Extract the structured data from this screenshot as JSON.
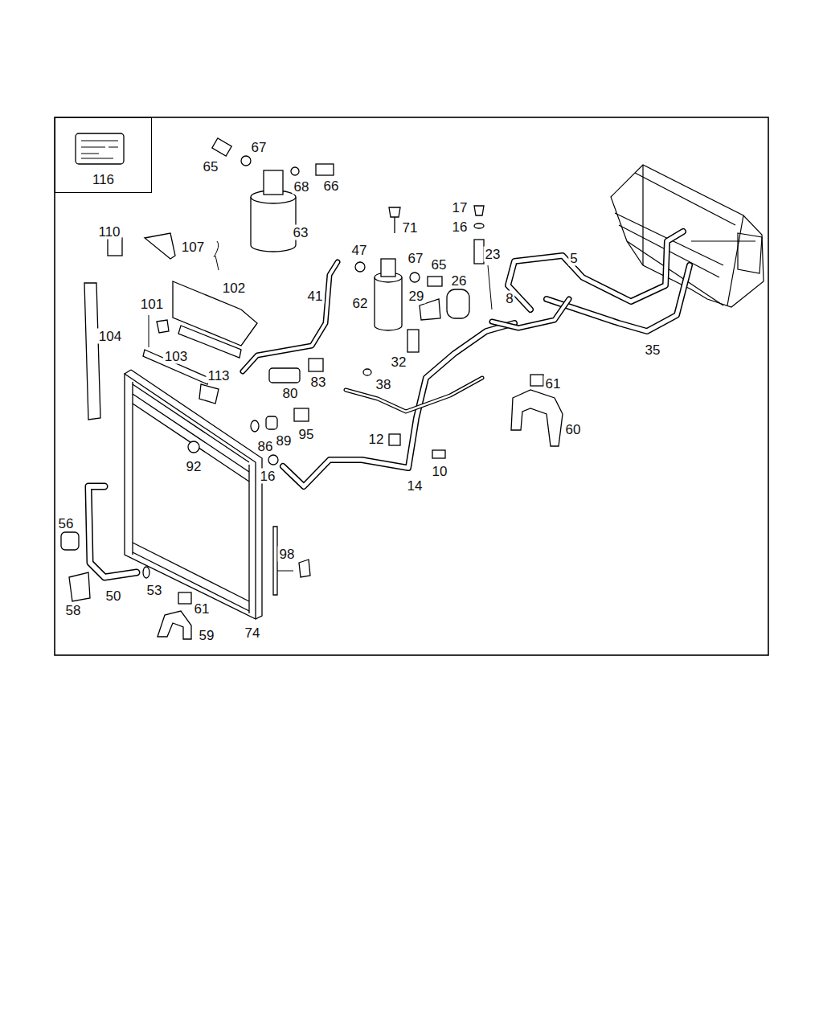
{
  "diagram": {
    "nodes": [
      {
        "text": [
          "116"
        ]
      }
    ],
    "edges": [],
    "labels": [
      "65",
      "67",
      "68",
      "66",
      "63",
      "110",
      "107",
      "102",
      "101",
      "104",
      "103",
      "113",
      "41",
      "47",
      "62",
      "67",
      "65",
      "29",
      "26",
      "71",
      "17",
      "16",
      "23",
      "5",
      "8",
      "35",
      "32",
      "38",
      "83",
      "80",
      "95",
      "86",
      "89",
      "92",
      "16",
      "12",
      "14",
      "10",
      "61",
      "60",
      "56",
      "50",
      "53",
      "58",
      "61",
      "59",
      "74",
      "98"
    ]
  }
}
